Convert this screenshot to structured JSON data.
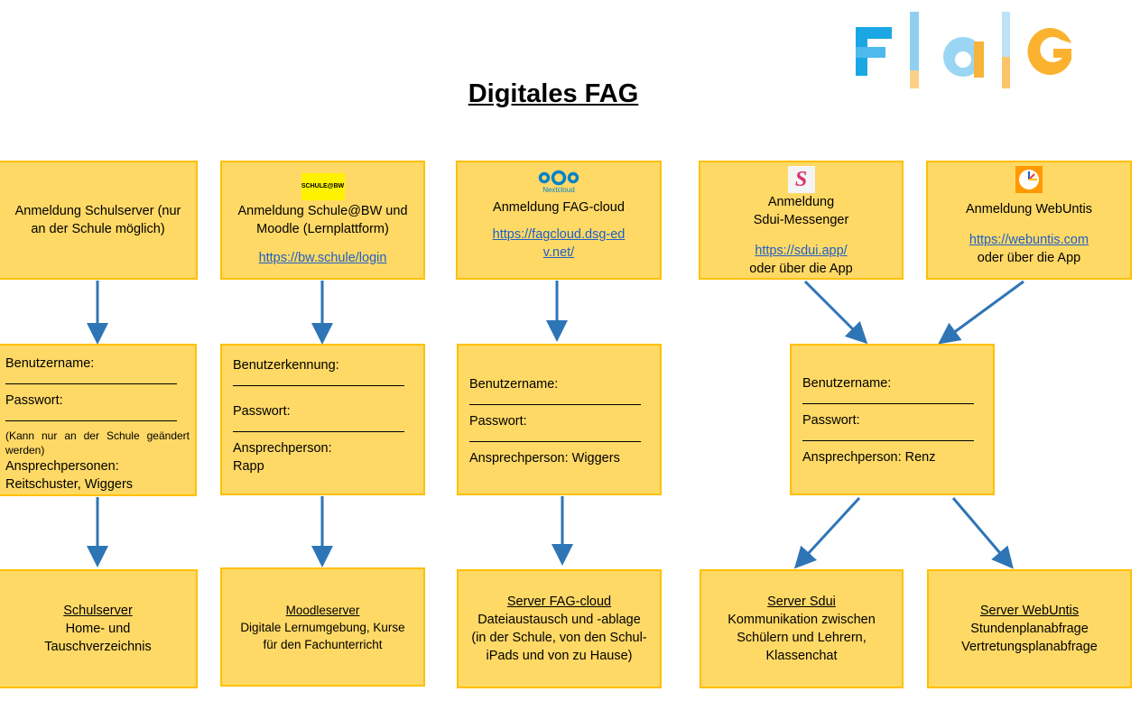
{
  "title": "Digitales FAG",
  "logo": {
    "text": "FaG",
    "colors": [
      "#1AA7E4",
      "#FBB22F"
    ]
  },
  "colors": {
    "box_fill": "#FFD966",
    "box_border": "#FFC000",
    "arrow": "#2E75B6",
    "link": "#1F5FC6"
  },
  "columns": [
    {
      "login": {
        "text": "Anmeldung Schulserver (nur an der Schule möglich)"
      },
      "credentials": {
        "lines": [
          "Benutzername:",
          "Passwort:"
        ],
        "note": "(Kann nur an der Schule geändert werden)",
        "contact_label": "Ansprechpersonen:",
        "contact": "Reitschuster, Wiggers"
      },
      "server": {
        "title": "Schulserver",
        "desc": "Home- und Tauschverzeichnis"
      }
    },
    {
      "login": {
        "icon": "schule-at-bw-logo",
        "icon_text": "SCHULE@BW",
        "text": "Anmeldung Schule@BW und Moodle (Lernplattform)",
        "link": "https://bw.schule/login"
      },
      "credentials": {
        "lines": [
          "Benutzerkennung:",
          "Passwort:"
        ],
        "contact_label": "Ansprechperson:",
        "contact": "Rapp"
      },
      "server": {
        "title": "Moodleserver",
        "desc": "Digitale Lernumgebung, Kurse für den Fachunterricht"
      }
    },
    {
      "login": {
        "icon": "nextcloud-logo",
        "icon_text": "Nextcloud",
        "text": "Anmeldung FAG-cloud",
        "link": "https://fagcloud.dsg-edv.net/"
      },
      "credentials": {
        "lines": [
          "Benutzername:",
          "Passwort:"
        ],
        "contact": "Ansprechperson: Wiggers"
      },
      "server": {
        "title": "Server FAG-cloud",
        "desc": "Dateiaustausch und -ablage (in der Schule, von den Schul-iPads und von zu Hause)"
      }
    },
    {
      "login": {
        "icon": "sdui-logo",
        "text1": "Anmeldung",
        "text2": "Sdui-Messenger",
        "link": "https://sdui.app/",
        "suffix": "oder über die App"
      },
      "server": {
        "title": "Server Sdui",
        "desc": "Kommunikation zwischen Schülern und Lehrern, Klassenchat"
      }
    },
    {
      "login": {
        "icon": "webuntis-clock-logo",
        "text": "Anmeldung WebUntis",
        "link": "https://webuntis.com",
        "suffix": "oder über die App"
      },
      "server": {
        "title": "Server WebUntis",
        "desc1": "Stundenplanabfrage",
        "desc2": "Vertretungsplanabfrage"
      }
    }
  ],
  "shared_credentials": {
    "lines": [
      "Benutzername:",
      "Passwort:"
    ],
    "contact": "Ansprechperson: Renz"
  }
}
